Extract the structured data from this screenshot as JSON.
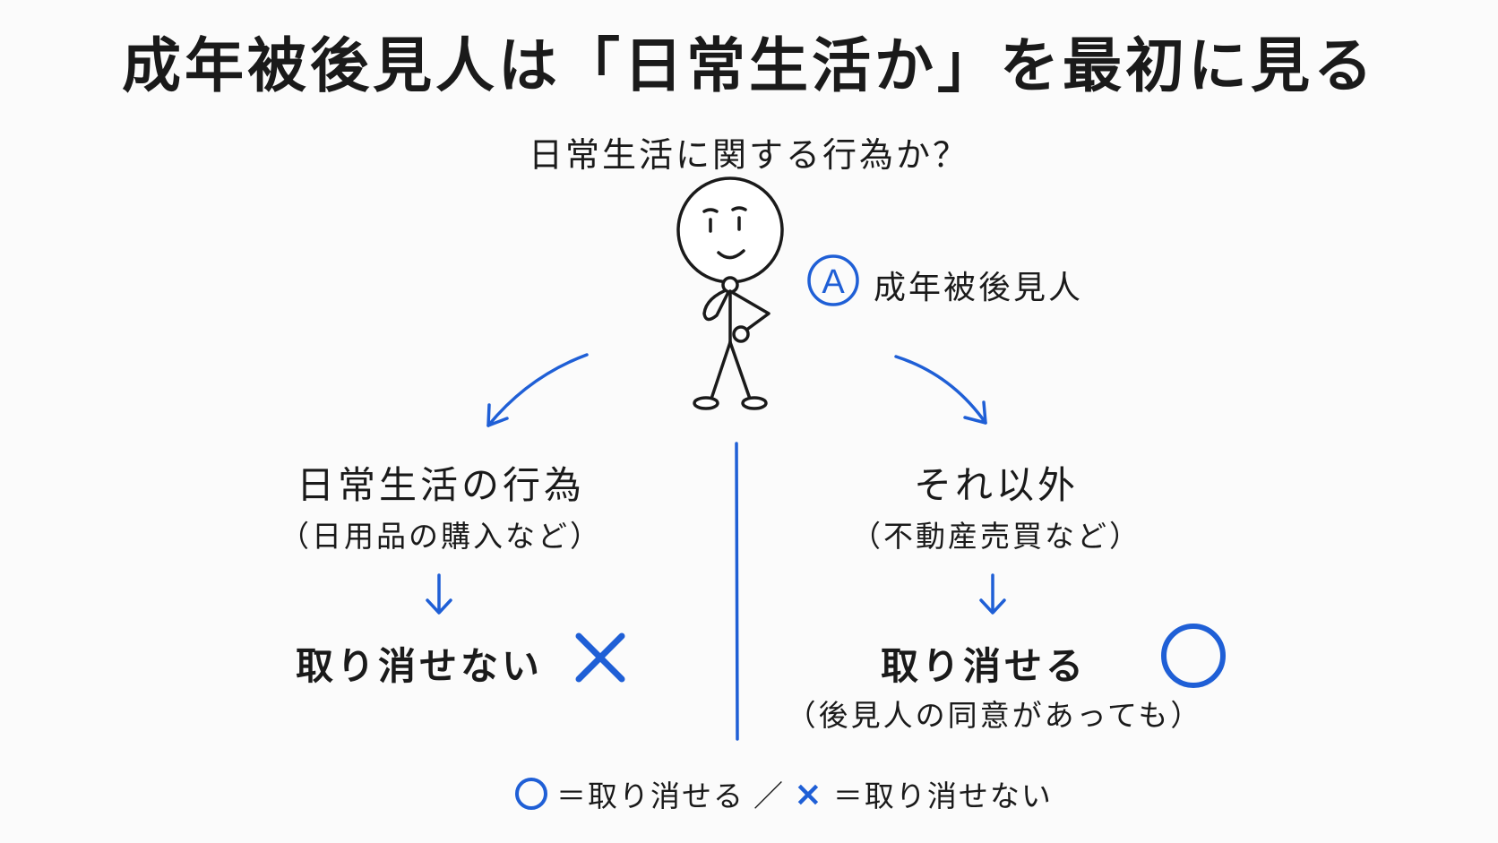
{
  "title": "成年被後見人は「日常生活か」を最初に見る",
  "question": "日常生活に関する行為か？",
  "person": {
    "badge": "A",
    "label": "成年被後見人"
  },
  "left_branch": {
    "title": "日常生活の行為",
    "subtitle": "（日用品の購入など）",
    "result": "取り消せない",
    "symbol": "×"
  },
  "right_branch": {
    "title": "それ以外",
    "subtitle": "（不動産売買など）",
    "result": "取り消せる",
    "note": "（後見人の同意があっても）",
    "symbol": "○"
  },
  "legend": {
    "circle_text": "＝取り消せる",
    "separator": "／",
    "cross_symbol": "×",
    "cross_text": "＝取り消せない"
  },
  "colors": {
    "accent": "#1f5fd6",
    "ink": "#1a1a1a",
    "background": "#fbfbfb"
  }
}
